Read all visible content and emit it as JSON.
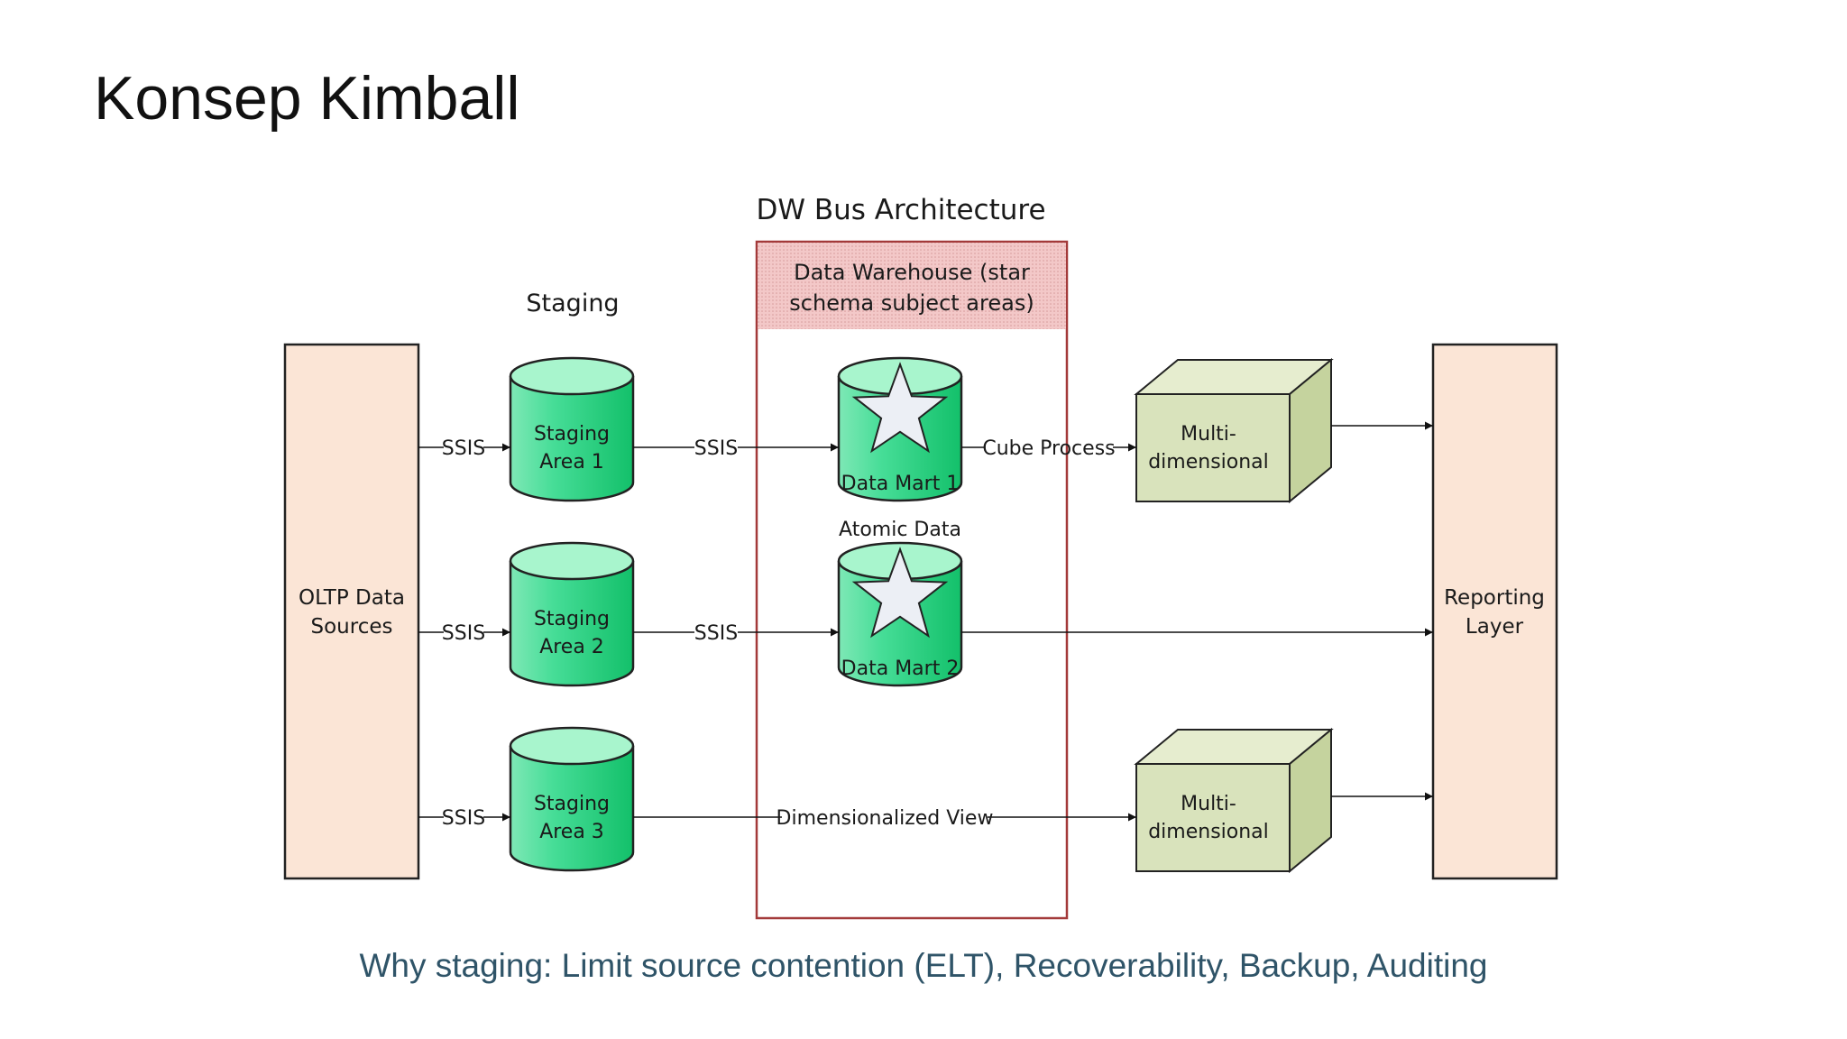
{
  "slide": {
    "title": "Konsep Kimball",
    "footer": "Why staging: Limit source contention (ELT), Recoverability, Backup, Auditing"
  },
  "diagram": {
    "heading": "DW Bus Architecture",
    "staging_heading": "Staging",
    "source": {
      "line1": "OLTP Data",
      "line2": "Sources"
    },
    "reporting": {
      "line1": "Reporting",
      "line2": "Layer"
    },
    "warehouse": {
      "line1": "Data Warehouse (star",
      "line2": "schema subject areas)"
    },
    "staging_areas": [
      {
        "line1": "Staging",
        "line2": "Area 1"
      },
      {
        "line1": "Staging",
        "line2": "Area 2"
      },
      {
        "line1": "Staging",
        "line2": "Area 3"
      }
    ],
    "data_marts": [
      {
        "label": "Data Mart 1"
      },
      {
        "label": "Data Mart 2"
      }
    ],
    "atomic_label": "Atomic Data",
    "cubes": [
      {
        "line1": "Multi-",
        "line2": "dimensional"
      },
      {
        "line1": "Multi-",
        "line2": "dimensional"
      }
    ],
    "edge_labels": {
      "ssis": "SSIS",
      "cube_process": "Cube Process",
      "dimensionalized_view": "Dimensionalized View"
    }
  },
  "colors": {
    "source_fill": "#fbe5d6",
    "cylinder_fill": "#3fd98f",
    "cylinder_top": "#a8f5cd",
    "cube_fill": "#d9e3bc",
    "warehouse_border": "#a33a3a",
    "footer_text": "#2f5468"
  }
}
